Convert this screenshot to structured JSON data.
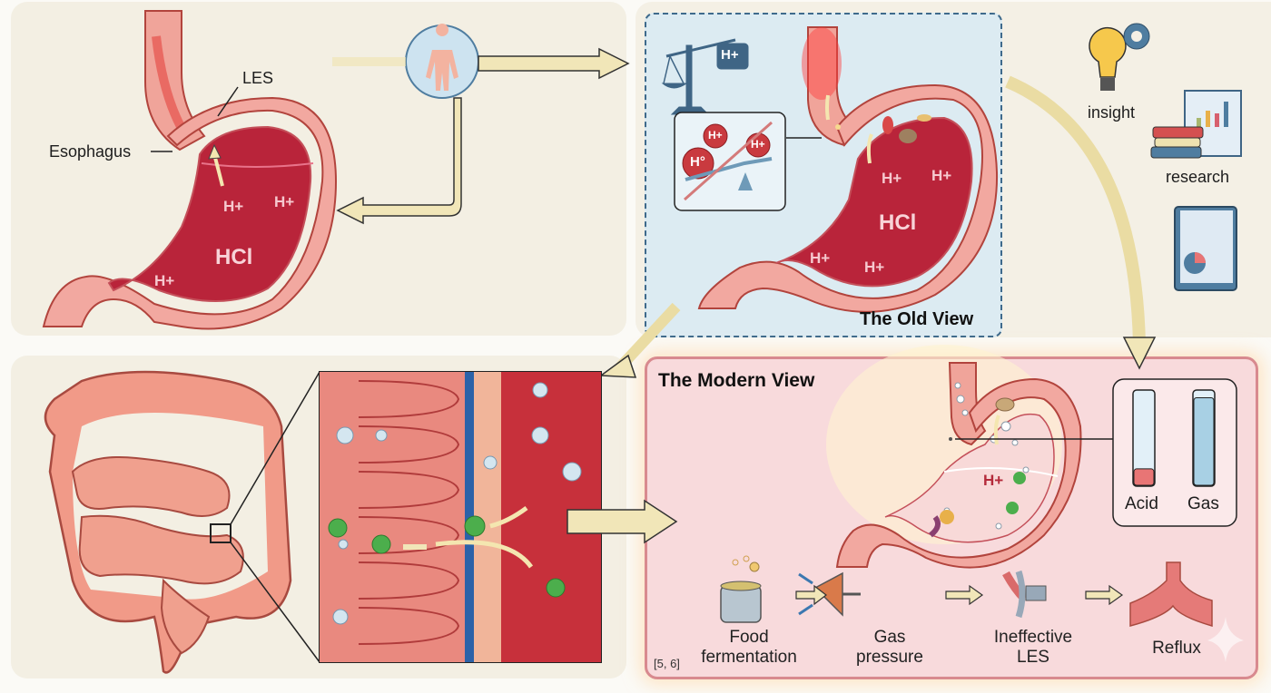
{
  "top_left": {
    "labels": {
      "les": "LES",
      "esophagus": "Esophagus"
    },
    "ions": [
      "H+",
      "H+",
      "H+"
    ],
    "acid_label": "HCl"
  },
  "old_view": {
    "title": "The Old View",
    "scale_weight_label": "H+",
    "inset_ions": [
      "H+",
      "H°",
      "H+"
    ],
    "ions": [
      "H+",
      "H+",
      "H+",
      "H+"
    ],
    "acid_label": "HCl"
  },
  "sidebar_icons": {
    "insight": "insight",
    "research": "research"
  },
  "modern_view": {
    "title": "The Modern View",
    "ion": "H+",
    "gauge": {
      "acid_label": "Acid",
      "gas_label": "Gas",
      "acid_level": 0.18,
      "gas_level": 0.92,
      "acid_color": "#e87575",
      "gas_color": "#a8d0e4"
    },
    "steps": [
      {
        "line1": "Food",
        "line2": "fermentation"
      },
      {
        "line1": "Gas",
        "line2": "pressure"
      },
      {
        "line1": "Ineffective",
        "line2": "LES"
      },
      {
        "line1": "Reflux",
        "line2": ""
      }
    ],
    "reference": "[5, 6]"
  },
  "colors": {
    "stomach_wall": "#e77a72",
    "stomach_inner": "#b9243a",
    "flow_arrow": "#f1e6b8",
    "old_view_bg": "#dcebf2",
    "modern_view_bg": "#f8dadc"
  }
}
